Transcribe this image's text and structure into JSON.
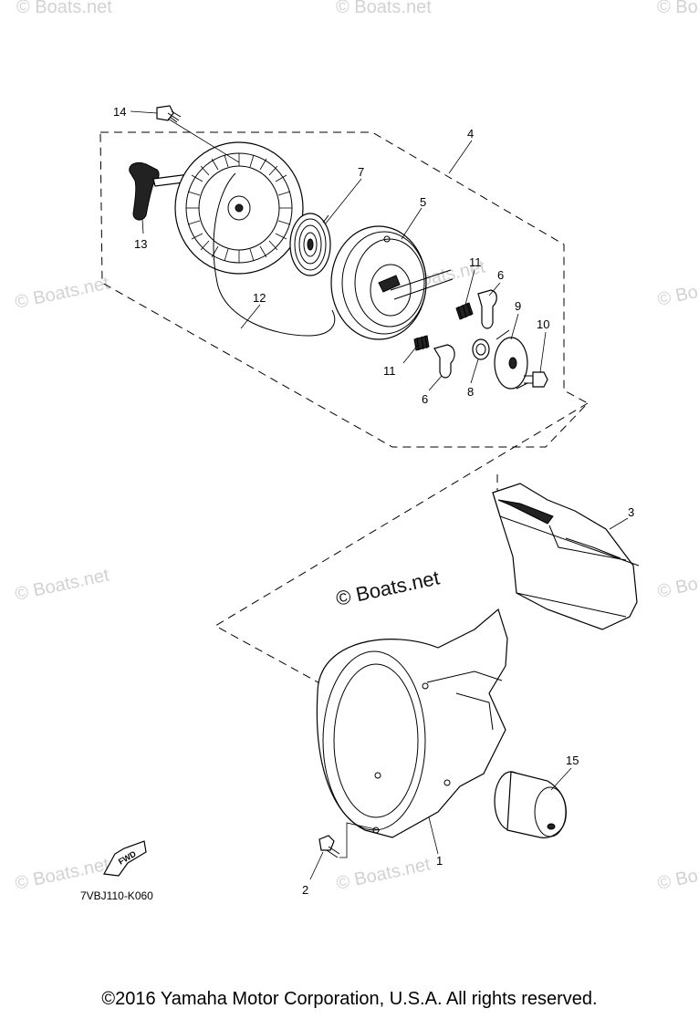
{
  "watermark": "© Boats.net",
  "center_watermark": "© Boats.net",
  "part_code": "7VBJ110-K060",
  "fwd_label": "FWD",
  "copyright": "©2016 Yamaha Motor Corporation, U.S.A. All rights reserved.",
  "callouts": [
    {
      "id": "c14",
      "label": "14"
    },
    {
      "id": "c4",
      "label": "4"
    },
    {
      "id": "c7",
      "label": "7"
    },
    {
      "id": "c5",
      "label": "5"
    },
    {
      "id": "c13",
      "label": "13"
    },
    {
      "id": "c12",
      "label": "12"
    },
    {
      "id": "c11a",
      "label": "11"
    },
    {
      "id": "c6a",
      "label": "6"
    },
    {
      "id": "c9",
      "label": "9"
    },
    {
      "id": "c10",
      "label": "10"
    },
    {
      "id": "c11b",
      "label": "11"
    },
    {
      "id": "c8",
      "label": "8"
    },
    {
      "id": "c6b",
      "label": "6"
    },
    {
      "id": "c3",
      "label": "3"
    },
    {
      "id": "c15",
      "label": "15"
    },
    {
      "id": "c1",
      "label": "1"
    },
    {
      "id": "c2",
      "label": "2"
    }
  ]
}
